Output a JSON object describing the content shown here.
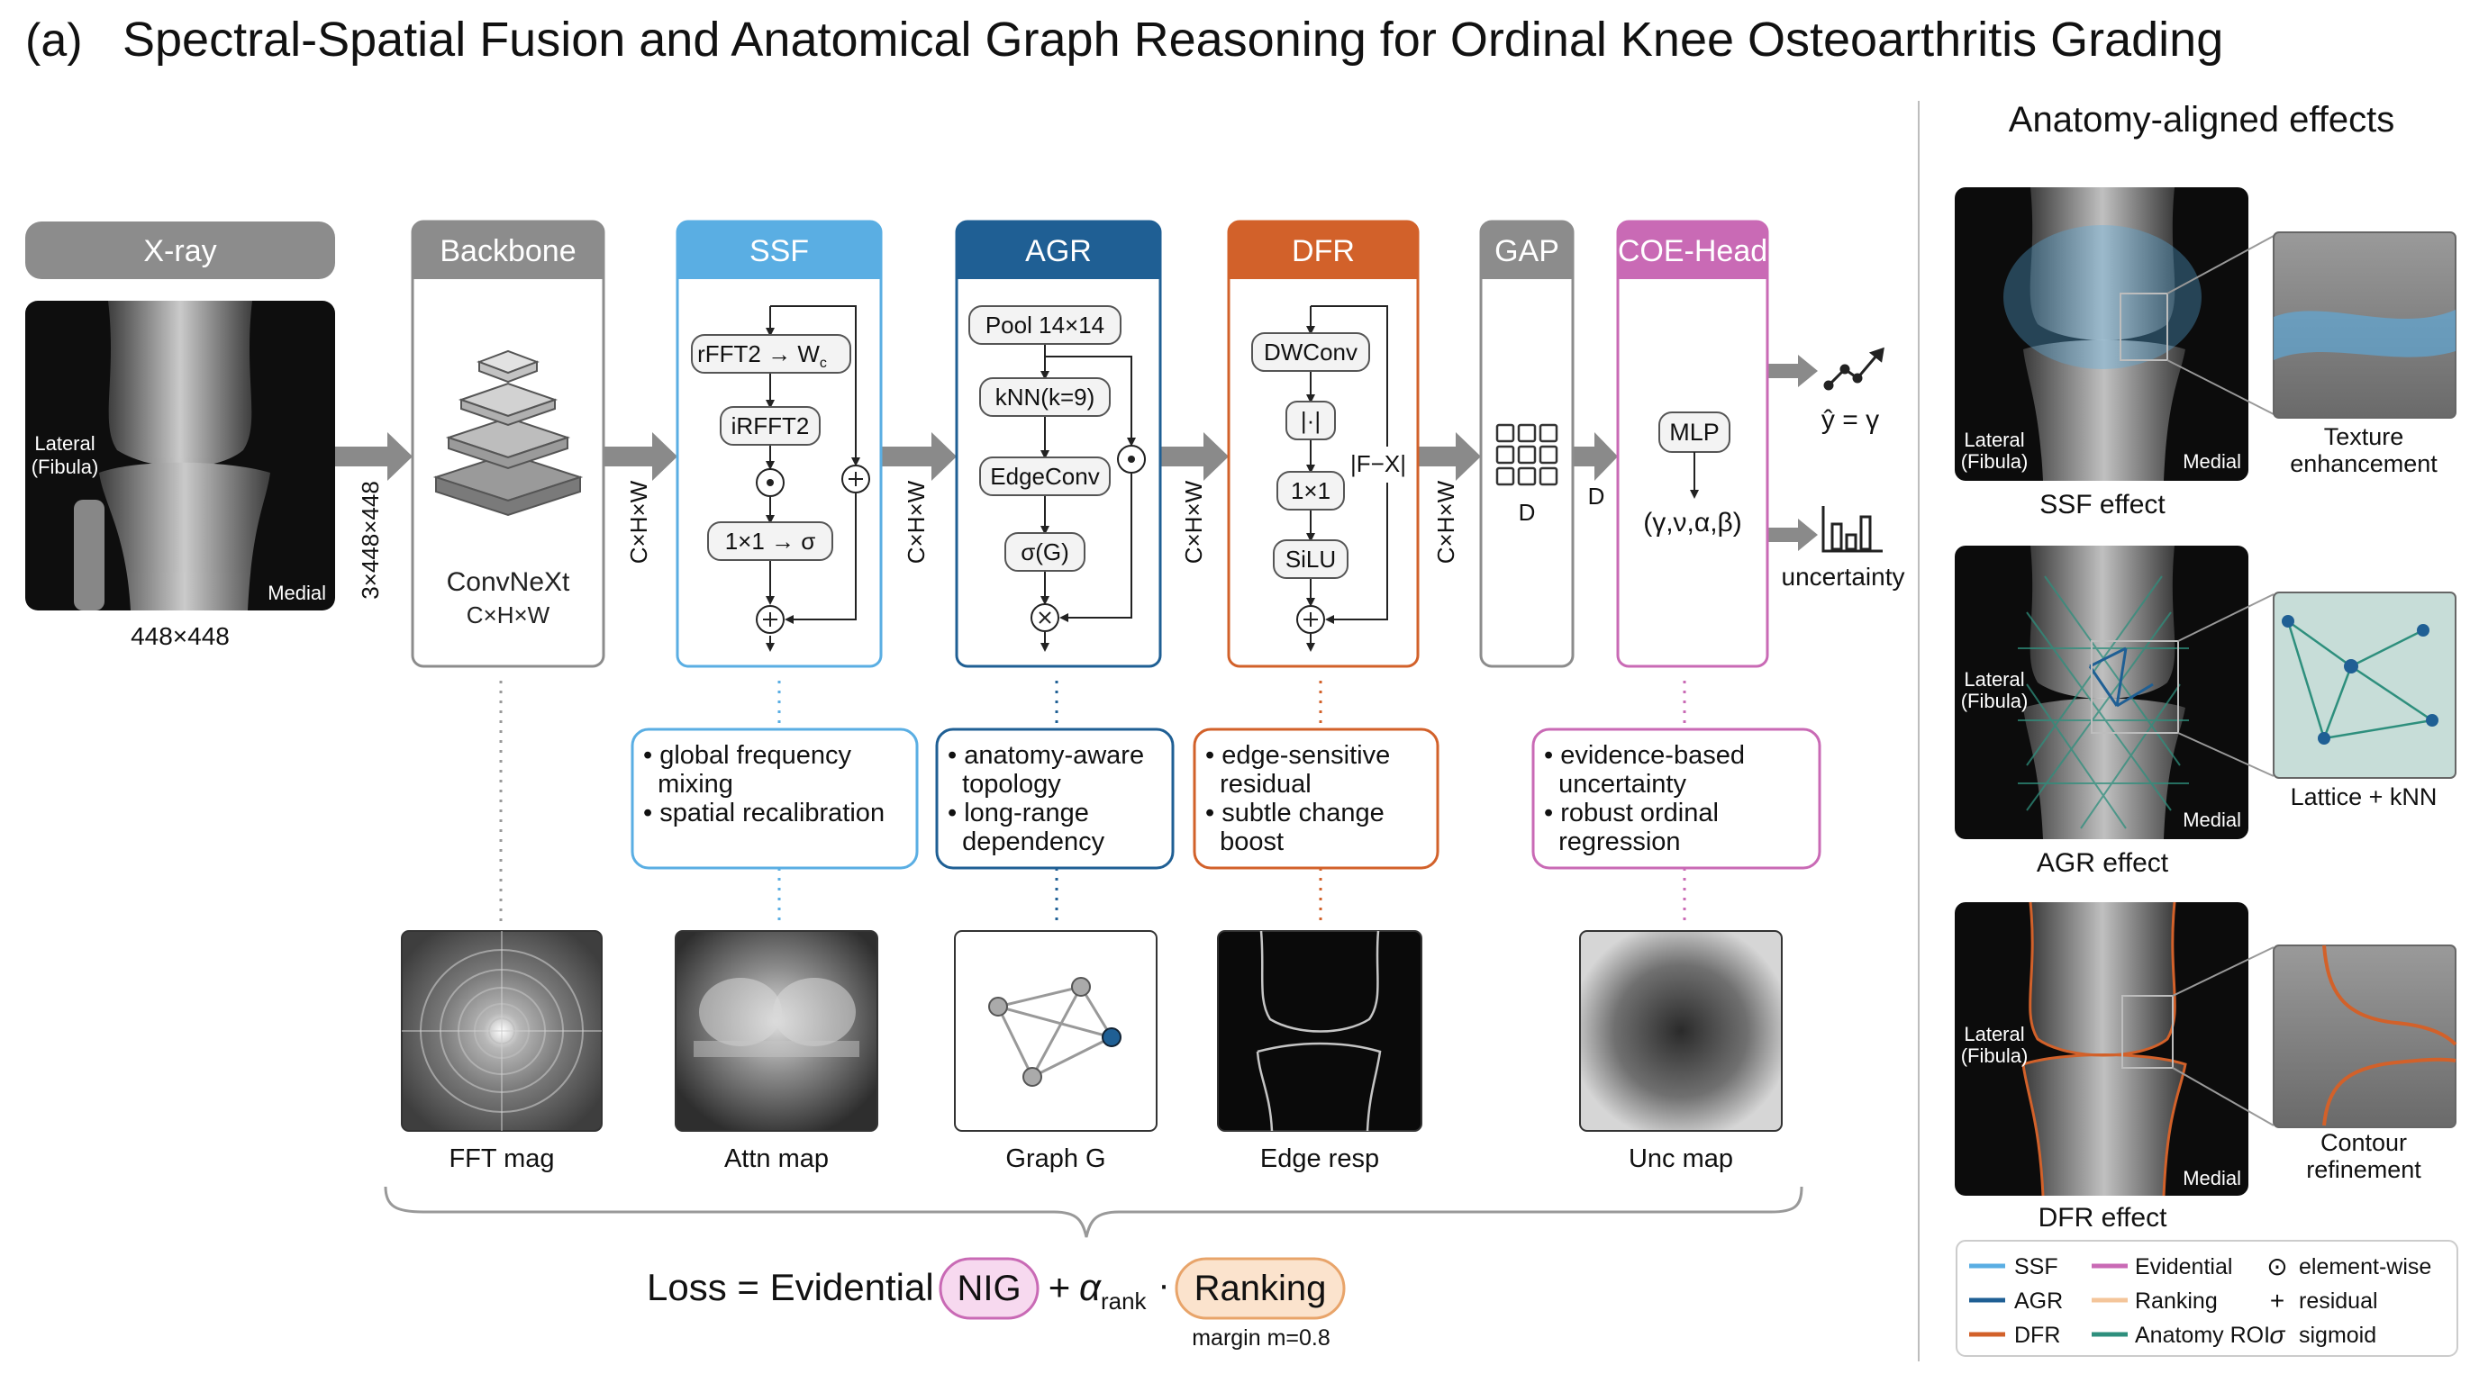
{
  "header": {
    "panel_label": "(a)",
    "title": "Spectral-Spatial Fusion and Anatomical Graph Reasoning for Ordinal Knee Osteoarthritis Grading"
  },
  "colors": {
    "ssf": "#5aaee3",
    "agr": "#1f5f94",
    "dfr": "#d2612a",
    "coe": "#c96ab5",
    "gray_header": "#8c8c8c",
    "ranking": "#f4c59a",
    "anatomy_roi": "#2e8f7d"
  },
  "pipeline": {
    "xray": {
      "label": "X-ray",
      "lateral_line1": "Lateral",
      "lateral_line2": "(Fibula)",
      "medial": "Medial",
      "size": "448×448"
    },
    "shape_in": "3×448×448",
    "backbone": {
      "label": "Backbone",
      "name": "ConvNeXt",
      "dims": "C×H×W"
    },
    "shape_after_backbone": "C×H×W",
    "ssf": {
      "label": "SSF",
      "ops": [
        "rFFT2 → W",
        "iRFFT2",
        "1×1 → σ"
      ],
      "sub_c": "c"
    },
    "shape_after_ssf": "C×H×W",
    "agr": {
      "label": "AGR",
      "ops": [
        "Pool 14×14",
        "kNN(k=9)",
        "EdgeConv",
        "σ(G)"
      ]
    },
    "shape_after_agr": "C×H×W",
    "dfr": {
      "label": "DFR",
      "ops": [
        "DWConv",
        "|·|",
        "1×1",
        "SiLU"
      ],
      "side": "|F−X|"
    },
    "shape_after_dfr": "C×H×W",
    "gap": {
      "label": "GAP",
      "dim": "D"
    },
    "shape_after_gap": "D",
    "coe": {
      "label": "COE-Head",
      "mlp": "MLP",
      "params": "(γ,ν,α,β)"
    },
    "outputs": {
      "pred": "ŷ = γ",
      "uncertainty": "uncertainty"
    }
  },
  "notes": {
    "ssf": [
      "• global frequency",
      "  mixing",
      "• spatial recalibration"
    ],
    "agr": [
      "• anatomy-aware",
      "  topology",
      "• long-range",
      "  dependency"
    ],
    "dfr": [
      "• edge-sensitive",
      "  residual",
      "• subtle change",
      "  boost"
    ],
    "coe": [
      "• evidence-based",
      "  uncertainty",
      "• robust ordinal",
      "  regression"
    ]
  },
  "maps": [
    "FFT mag",
    "Attn map",
    "Graph G",
    "Edge resp",
    "Unc map"
  ],
  "loss": {
    "prefix": "Loss = Evidential",
    "nig": "NIG",
    "plus": "+",
    "alpha": "α",
    "alpha_sub": "rank",
    "dot": "·",
    "ranking": "Ranking",
    "margin": "margin m=0.8"
  },
  "right_panel": {
    "title": "Anatomy-aligned effects",
    "lateral_line1": "Lateral",
    "lateral_line2": "(Fibula)",
    "medial": "Medial",
    "effects": [
      {
        "caption": "SSF effect",
        "zoom_line1": "Texture",
        "zoom_line2": "enhancement"
      },
      {
        "caption": "AGR effect",
        "zoom_line1": "",
        "zoom_line2": "Lattice + kNN"
      },
      {
        "caption": "DFR effect",
        "zoom_line1": "Contour",
        "zoom_line2": "refinement"
      }
    ],
    "legend": [
      {
        "key": "SSF",
        "color": "#5aaee3"
      },
      {
        "key": "Evidential",
        "color": "#c96ab5"
      },
      {
        "key": "element-wise",
        "symbol": "⊙"
      },
      {
        "key": "AGR",
        "color": "#1f5f94"
      },
      {
        "key": "Ranking",
        "color": "#f4c59a"
      },
      {
        "key": "residual",
        "symbol": "+"
      },
      {
        "key": "DFR",
        "color": "#d2612a"
      },
      {
        "key": "Anatomy ROI",
        "color": "#2e8f7d"
      },
      {
        "key": "sigmoid",
        "symbol": "σ"
      }
    ]
  }
}
